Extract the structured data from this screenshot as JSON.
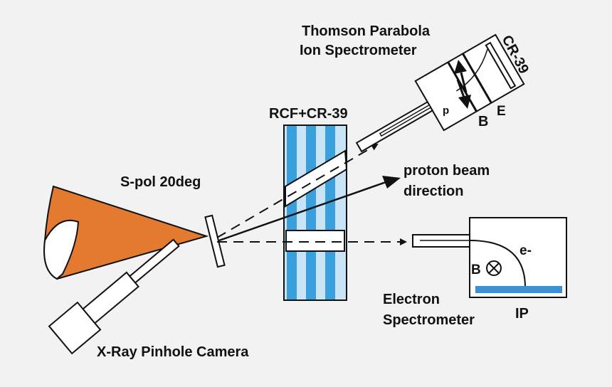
{
  "labels": {
    "thomson_line1": "Thomson Parabola",
    "thomson_line2": "Ion Spectrometer",
    "cr39_tp": "CR-39",
    "p": "p",
    "b_tp": "B",
    "e_tp": "E",
    "rcf_stack": "RCF+CR-39",
    "spol": "S-pol 20deg",
    "proton_line1": "proton beam",
    "proton_line2": "direction",
    "electron_line1": "Electron",
    "electron_line2": "Spectrometer",
    "e_minus": "e-",
    "b_es": "B",
    "ip": "IP",
    "xray": "X-Ray Pinhole Camera"
  },
  "colors": {
    "background": "#f2f2f2",
    "laser": "#e37a2f",
    "stack_blue": "#3aa0dc",
    "stack_light": "#c8e4f6",
    "image_plate": "#3d8fd6",
    "line": "#111111"
  },
  "icons": {
    "b_field_symbol": "circle-cross-icon"
  }
}
